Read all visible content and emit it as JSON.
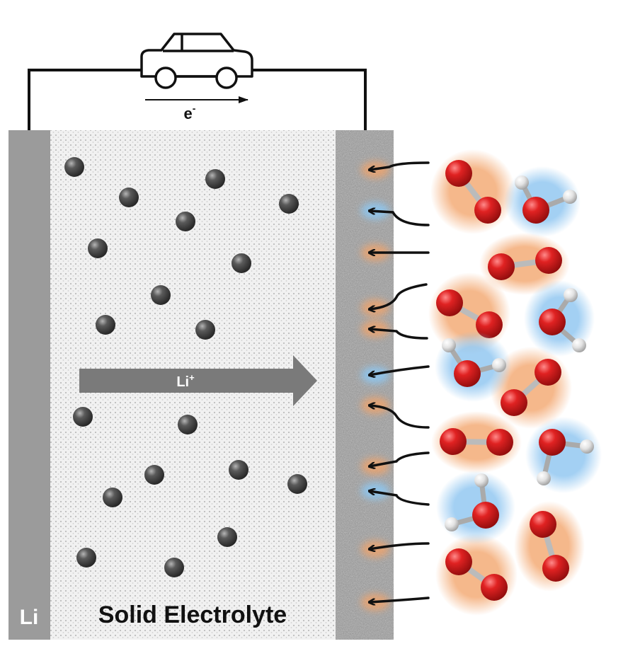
{
  "labels": {
    "anode": "Li",
    "electrolyte": "Solid Electrolyte",
    "ion_base": "Li",
    "ion_charge": "+",
    "electron_base": "e",
    "electron_charge": "-"
  },
  "icons": {
    "vehicle": "car-icon"
  },
  "colors": {
    "anode": "#9a9a9a",
    "particle": "#4a4a4a",
    "oxygen_atom": "#d91f1f",
    "hydrogen_atom": "#e6e6e6",
    "o2_glow": "#f0a46a",
    "h2o_glow": "#8ec5ee",
    "arrow_main": "#7a7a7a",
    "wire": "#111111"
  }
}
